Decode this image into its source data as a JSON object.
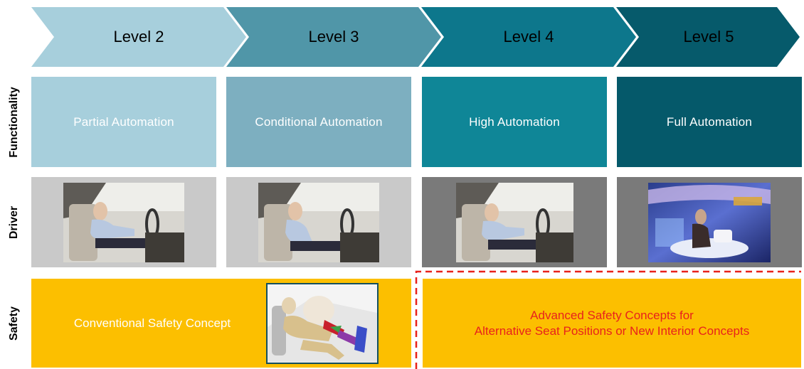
{
  "rows": {
    "functionality": "Functionality",
    "driver": "Driver",
    "safety": "Safety"
  },
  "levels": [
    {
      "label": "Level 2",
      "functionality": "Partial Automation"
    },
    {
      "label": "Level 3",
      "functionality": "Conditional Automation"
    },
    {
      "label": "Level 4",
      "functionality": "High Automation"
    },
    {
      "label": "Level 5",
      "functionality": "Full Automation"
    }
  ],
  "safety": {
    "conventional": "Conventional Safety Concept",
    "advanced_line1": "Advanced Safety Concepts for",
    "advanced_line2": "Alternative Seat Positions or New Interior Concepts"
  },
  "colors": {
    "level2": "#a7cfdc",
    "level3": "#5096a8",
    "level4": "#0d778c",
    "level5": "#065a6b",
    "func2": "#a7cfdc",
    "func3": "#7dafc0",
    "func4": "#0f8697",
    "func5": "#05596a",
    "safety": "#fcbf00",
    "advanced_text": "#e8221c",
    "dashed_border": "#e8221c"
  }
}
